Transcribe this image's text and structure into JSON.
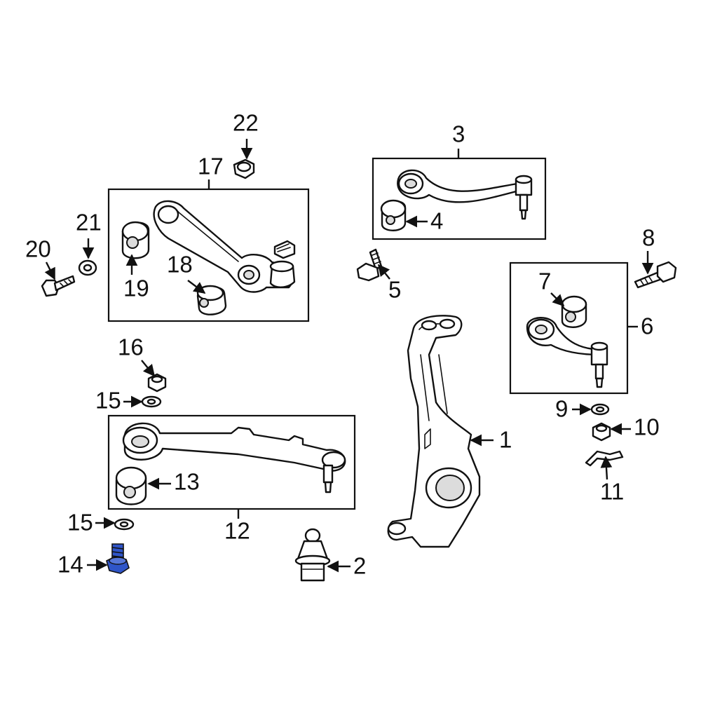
{
  "colors": {
    "ink": "#111111",
    "background": "#ffffff",
    "highlight_part": "#2f55c8"
  },
  "callouts": [
    {
      "id": "c1",
      "number": "1"
    },
    {
      "id": "c2",
      "number": "2"
    },
    {
      "id": "c3",
      "number": "3"
    },
    {
      "id": "c4",
      "number": "4"
    },
    {
      "id": "c5",
      "number": "5"
    },
    {
      "id": "c6",
      "number": "6"
    },
    {
      "id": "c7",
      "number": "7"
    },
    {
      "id": "c8",
      "number": "8"
    },
    {
      "id": "c9",
      "number": "9"
    },
    {
      "id": "c10",
      "number": "10"
    },
    {
      "id": "c11",
      "number": "11"
    },
    {
      "id": "c12",
      "number": "12"
    },
    {
      "id": "c13",
      "number": "13"
    },
    {
      "id": "c14",
      "number": "14",
      "highlighted": true
    },
    {
      "id": "c15a",
      "number": "15"
    },
    {
      "id": "c15b",
      "number": "15"
    },
    {
      "id": "c16",
      "number": "16"
    },
    {
      "id": "c17",
      "number": "17"
    },
    {
      "id": "c18",
      "number": "18"
    },
    {
      "id": "c19",
      "number": "19"
    },
    {
      "id": "c20",
      "number": "20"
    },
    {
      "id": "c21",
      "number": "21"
    },
    {
      "id": "c22",
      "number": "22"
    }
  ]
}
